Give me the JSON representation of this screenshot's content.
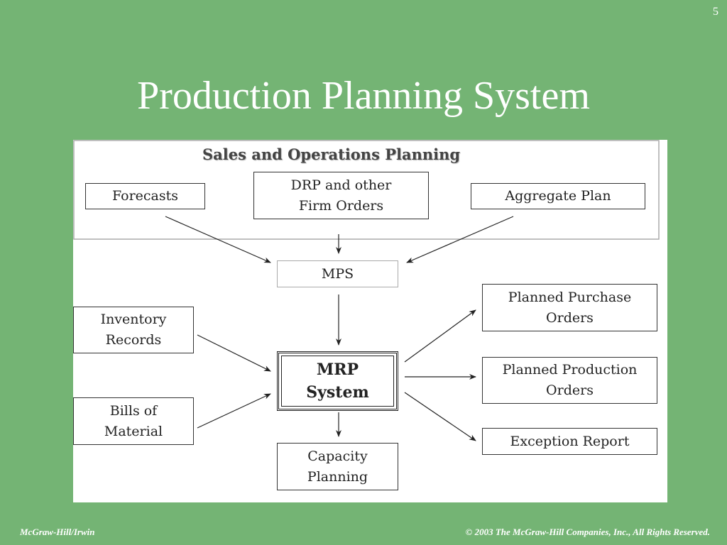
{
  "slide": {
    "page_number": "5",
    "title": "Production Planning System"
  },
  "diagram": {
    "region_label": "Sales and Operations Planning",
    "nodes": {
      "forecasts": "Forecasts",
      "drp": "DRP and other\nFirm Orders",
      "aggregate_plan": "Aggregate Plan",
      "mps": "MPS",
      "inventory_records": "Inventory\nRecords",
      "mrp_system": "MRP\nSystem",
      "bills_of_material": "Bills of\nMaterial",
      "capacity_planning": "Capacity\nPlanning",
      "planned_purchase_orders": "Planned Purchase\nOrders",
      "planned_production_orders": "Planned Production\nOrders",
      "exception_report": "Exception Report"
    }
  },
  "footer": {
    "left": "McGraw-Hill/Irwin",
    "right": "© 2003 The McGraw-Hill Companies, Inc., All Rights Reserved."
  }
}
